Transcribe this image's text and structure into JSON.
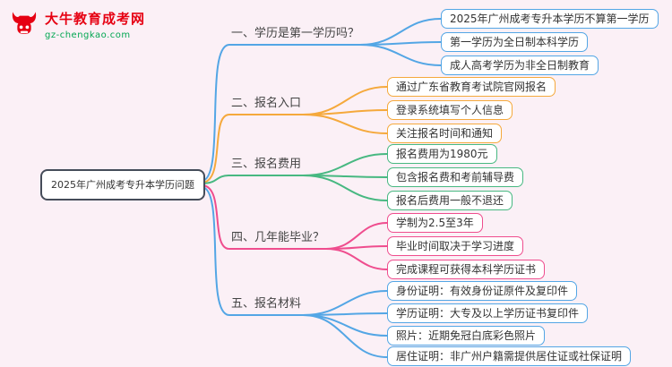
{
  "logo": {
    "title": "大牛教育成考网",
    "subtitle": "gz-chengkao.com"
  },
  "colors": {
    "background": "#fbf0f6",
    "logo_red": "#e60012",
    "logo_green": "#00a651",
    "root_border": "#454c59",
    "blue": "#53a6e5",
    "orange": "#f5a93c",
    "green": "#47b881",
    "pink": "#ef4d8e"
  },
  "root": {
    "label": "2025年广州成考专升本学历问题"
  },
  "branches": [
    {
      "label": "一、学历是第一学历吗？",
      "color": "#53a6e5",
      "leaves": [
        "2025年广州成考专升本学历不算第一学历",
        "第一学历为全日制本科学历",
        "成人高考学历为非全日制教育"
      ]
    },
    {
      "label": "二、报名入口",
      "color": "#f5a93c",
      "leaves": [
        "通过广东省教育考试院官网报名",
        "登录系统填写个人信息",
        "关注报名时间和通知"
      ]
    },
    {
      "label": "三、报名费用",
      "color": "#47b881",
      "leaves": [
        "报名费用为1980元",
        "包含报名费和考前辅导费",
        "报名后费用一般不退还"
      ]
    },
    {
      "label": "四、几年能毕业？",
      "color": "#ef4d8e",
      "leaves": [
        "学制为2.5至3年",
        "毕业时间取决于学习进度",
        "完成课程可获得本科学历证书"
      ]
    },
    {
      "label": "五、报名材料",
      "color": "#53a6e5",
      "leaves": [
        "身份证明：有效身份证原件及复印件",
        "学历证明：大专及以上学历证书复印件",
        "照片：近期免冠白底彩色照片",
        "居住证明：非广州户籍需提供居住证或社保证明"
      ]
    }
  ]
}
